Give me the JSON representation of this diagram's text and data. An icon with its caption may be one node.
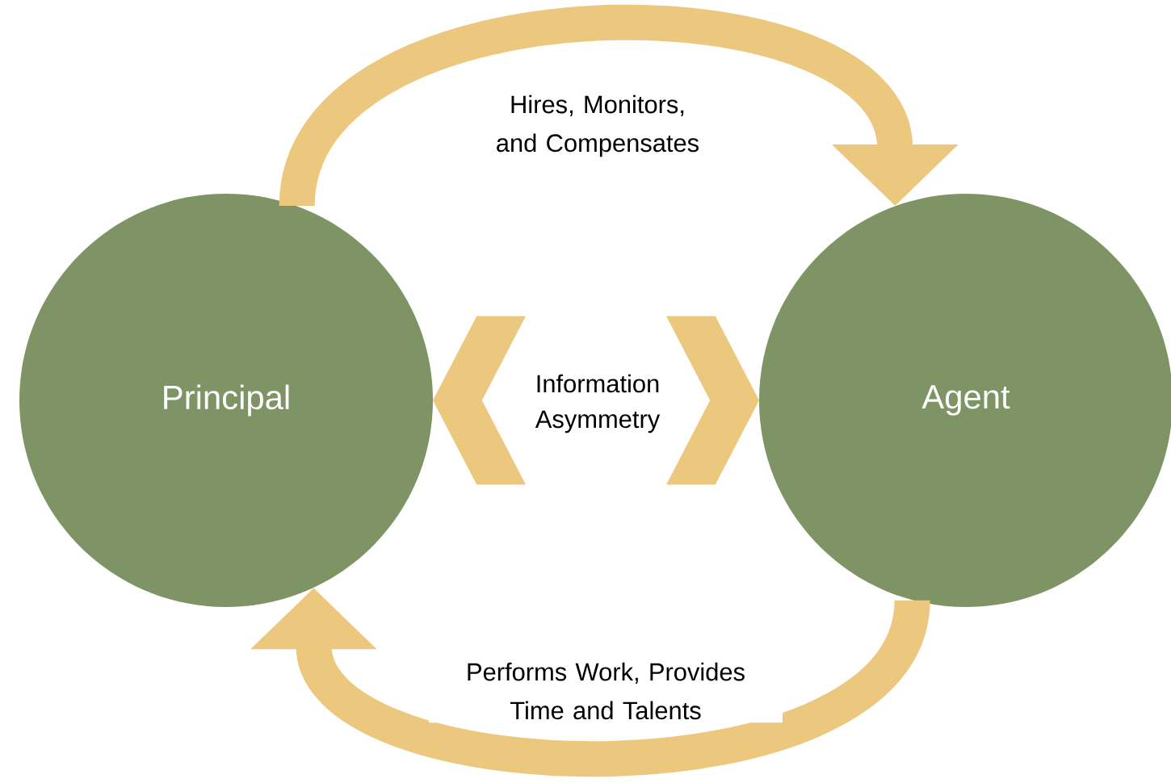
{
  "diagram": {
    "nodes": [
      {
        "text": [
          "Principal"
        ]
      },
      {
        "text": [
          "Agent"
        ]
      },
      {
        "text": [
          "Information Asymmetry"
        ]
      }
    ],
    "edges": [
      {
        "from": 0,
        "to": 1,
        "arrow": "to",
        "label": "Hires, Monitors, and Compensates"
      },
      {
        "from": 1,
        "to": 0,
        "arrow": "to",
        "label": "Performs Work, Provides Time and Talents"
      },
      {
        "from": 2,
        "to": 0,
        "arrow": "to"
      },
      {
        "from": 2,
        "to": 1,
        "arrow": "to"
      }
    ]
  }
}
